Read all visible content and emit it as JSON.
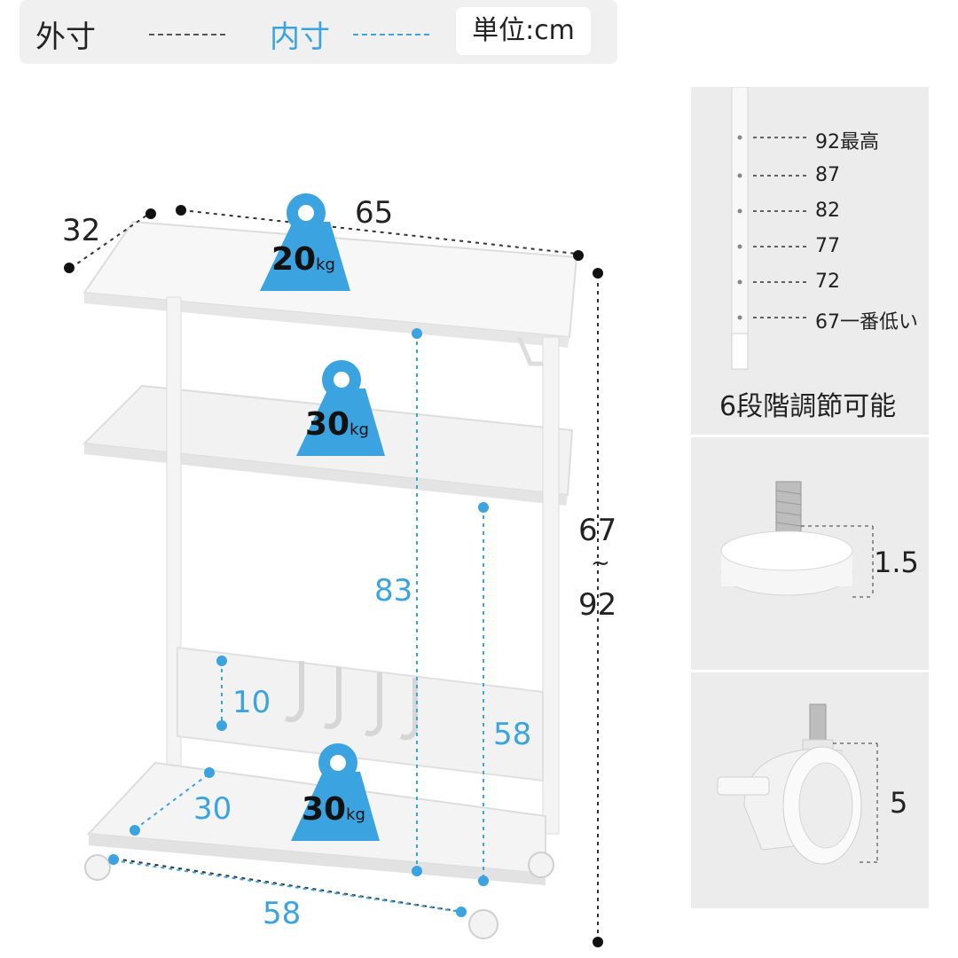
{
  "legend": {
    "outer": "外寸",
    "inner": "内寸",
    "unit": "単位:cm"
  },
  "dims": {
    "depth": "32",
    "width": "65",
    "height_min": "67",
    "height_sep": "~",
    "height_max": "92",
    "inner_height_top": "83",
    "inner_height_mid": "58",
    "hook_bar": "10",
    "bottom_depth": "30",
    "bottom_width": "58"
  },
  "loads": [
    {
      "value": "20",
      "unit": "kg"
    },
    {
      "value": "30",
      "unit": "kg"
    },
    {
      "value": "30",
      "unit": "kg"
    }
  ],
  "levels": [
    "92最高",
    "87",
    "82",
    "77",
    "72",
    "67一番低い"
  ],
  "adjust_caption": "6段階調節可能",
  "foot_height": "1.5",
  "caster_height": "5",
  "colors": {
    "inner_blue": "#3aa3e0",
    "weight_blue": "#3aa3e0",
    "panel_bg": "#ececec"
  }
}
